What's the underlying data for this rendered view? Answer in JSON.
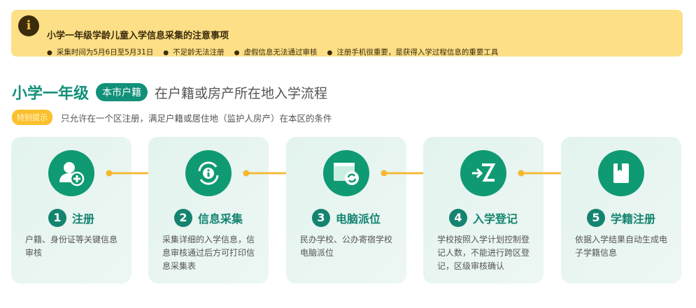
{
  "notice": {
    "icon": "info-icon",
    "title": "小学一年级学龄儿童入学信息采集的注意事项",
    "items": [
      "采集时间为5月6日至5月31日",
      "不足龄无法注册",
      "虚假信息无法通过审核",
      "注册手机很重要，是获得入学过程信息的重要工具"
    ]
  },
  "heading": {
    "title": "小学一年级",
    "tag": "本市户籍",
    "subtitle": "在户籍或房产所在地入学流程"
  },
  "tip": {
    "badge": "特别提示",
    "text": "只允许在一个区注册，满足户籍或居住地（监护人房产）在本区的条件"
  },
  "colors": {
    "green": "#0f9a73",
    "accent": "#f5b82e",
    "banner": "#fcdf86"
  },
  "steps": [
    {
      "num": "1",
      "name": "注册",
      "desc": "户籍、身份证等关键信息审核",
      "icon": "add-user-icon"
    },
    {
      "num": "2",
      "name": "信息采集",
      "desc": "采集详细的入学信息，信息审核通过后方可打印信息采集表",
      "icon": "info-refresh-icon"
    },
    {
      "num": "3",
      "name": "电脑派位",
      "desc": "民办学校、公办寄宿学校电脑派位",
      "icon": "computer-refresh-icon"
    },
    {
      "num": "4",
      "name": "入学登记",
      "desc": "学校按照入学计划控制登记人数，不能进行跨区登记，区级审核确认",
      "icon": "register-icon"
    },
    {
      "num": "5",
      "name": "学籍注册",
      "desc": "依据入学结果自动生成电子学籍信息",
      "icon": "book-icon"
    }
  ]
}
